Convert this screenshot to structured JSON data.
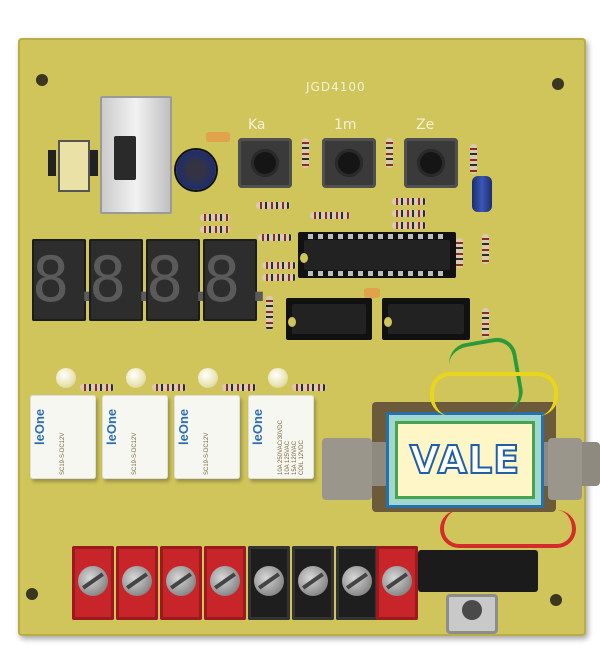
{
  "board": {
    "model_label": "JGD4100",
    "button_labels": [
      "Ka",
      "1m",
      "Ze"
    ]
  },
  "display": {
    "digits": [
      "8.",
      "8.",
      "8.",
      "8."
    ]
  },
  "relays": {
    "brand": "leOne",
    "model_line": "SC19-S-DC12V",
    "rating_text": "10A 250VAC/30VDC\n10A 125VAC\n15A 120VAC\nCOIL 12VDC",
    "count": 4
  },
  "transformer": {
    "brand": "VALE"
  },
  "terminals": {
    "colors": [
      "red",
      "red",
      "red",
      "red",
      "black",
      "black",
      "black",
      "red"
    ]
  },
  "colors": {
    "pcb": "#cfc55a",
    "relay_body": "#f7f7f2",
    "terminal_red": "#c8252a",
    "terminal_black": "#1e1e1e",
    "transformer_label_blue": "#1e5fa8"
  }
}
